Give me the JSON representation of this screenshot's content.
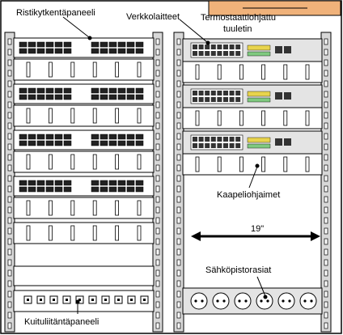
{
  "labels": {
    "patch_panel": "Ristikytkentäpaneeli",
    "network_devices": "Verkkolaitteet",
    "fan_line1": "Termostaattiohjattu",
    "fan_line2": "tuuletin",
    "cable_managers": "Kaapeliohjaimet",
    "width": "19\"",
    "power_strip": "Sähköpistorasiat",
    "fiber_panel": "Kuituliitäntäpaneeli"
  },
  "colors": {
    "background": "#ffffff",
    "frame": "#000000",
    "rail": "#d8d8d8",
    "panel_gray": "#e4e4e4",
    "fan": "#f0b27a",
    "port_green": "#7fc97f",
    "port_yellow": "#e8d44d"
  }
}
